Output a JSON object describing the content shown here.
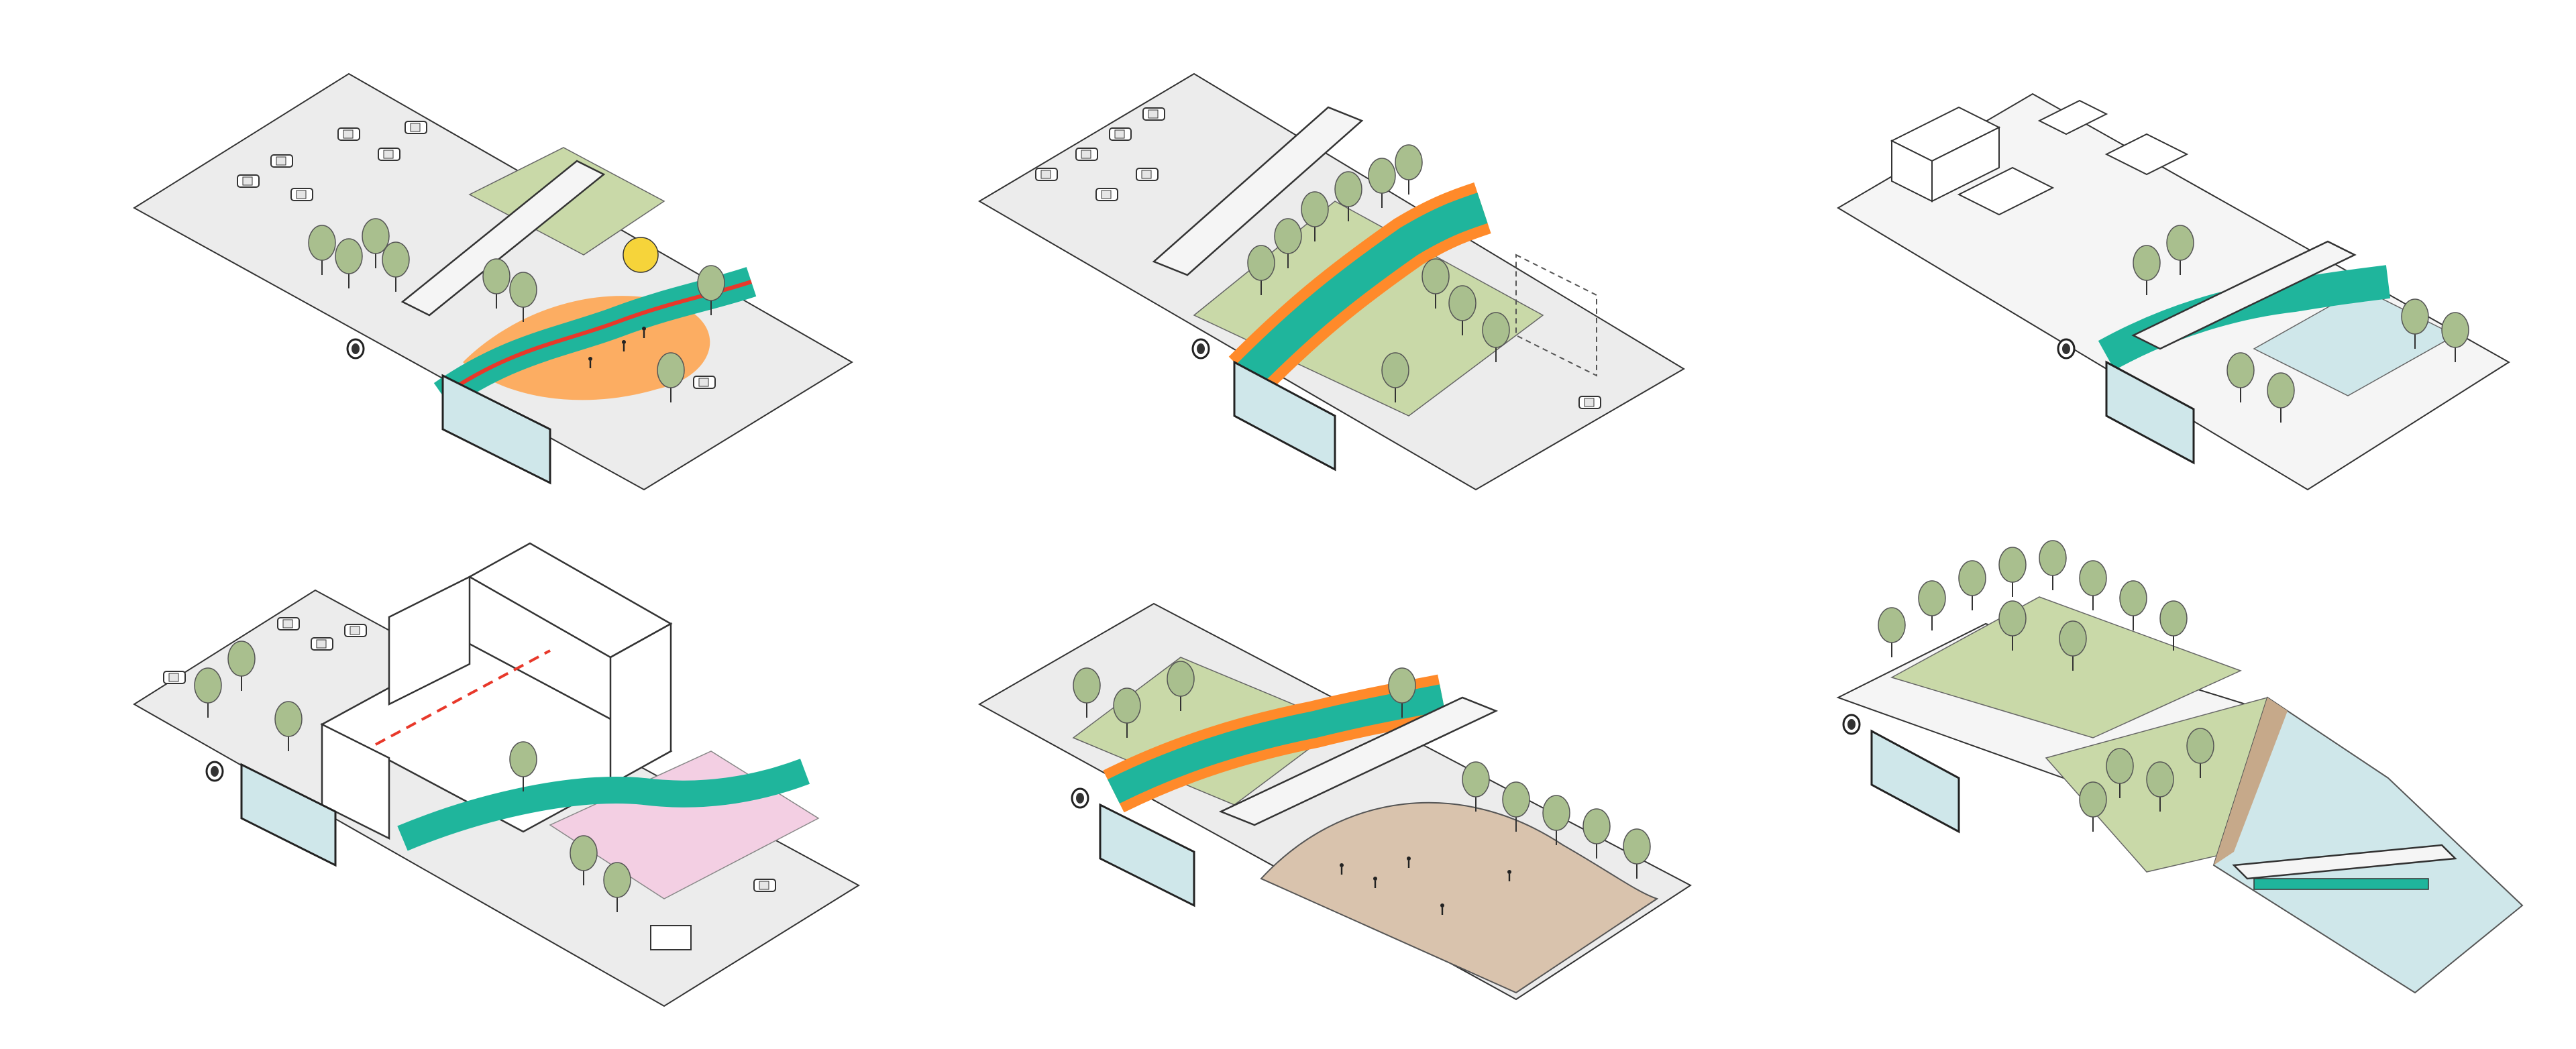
{
  "canvas": {
    "background": "#ffffff"
  },
  "palette": {
    "ground": "#e6e6e6",
    "ground_light": "#f2f2f2",
    "green": "#c9d9a8",
    "tree": "#a9bf8e",
    "tree_dark": "#8aa873",
    "teal": "#1fb59c",
    "orange": "#ff8a2a",
    "red": "#e8382a",
    "yellow": "#f6d43a",
    "dirt": "#d9c3ad",
    "water": "#cfe7ea",
    "pink": "#f3cfe3",
    "line": "#333333"
  },
  "panels": [
    {
      "id": "p1",
      "theme": "intersection-with-flyover",
      "icons": [
        "car-icon",
        "tree-icon",
        "bike-path-icon",
        "flyover-icon",
        "pipe-icon"
      ]
    },
    {
      "id": "p2",
      "theme": "highway-corridor-park",
      "icons": [
        "car-icon",
        "tree-icon",
        "bike-path-icon",
        "flyover-icon",
        "pipe-icon"
      ]
    },
    {
      "id": "p3",
      "theme": "building-block-with-plaza",
      "icons": [
        "building-icon",
        "tree-icon",
        "bike-path-icon",
        "flyover-icon",
        "water-icon",
        "pipe-icon"
      ]
    },
    {
      "id": "p4",
      "theme": "gateway-building-plaza",
      "icons": [
        "building-icon",
        "car-icon",
        "tree-icon",
        "bike-path-icon",
        "truck-icon",
        "pipe-icon"
      ]
    },
    {
      "id": "p5",
      "theme": "playground-and-sports-field",
      "icons": [
        "tree-icon",
        "bike-path-icon",
        "flyover-icon",
        "field-icon",
        "pipe-icon"
      ]
    },
    {
      "id": "p6",
      "theme": "forest-river-bridge",
      "icons": [
        "tree-icon",
        "river-icon",
        "bridge-icon",
        "pipe-icon"
      ]
    }
  ]
}
